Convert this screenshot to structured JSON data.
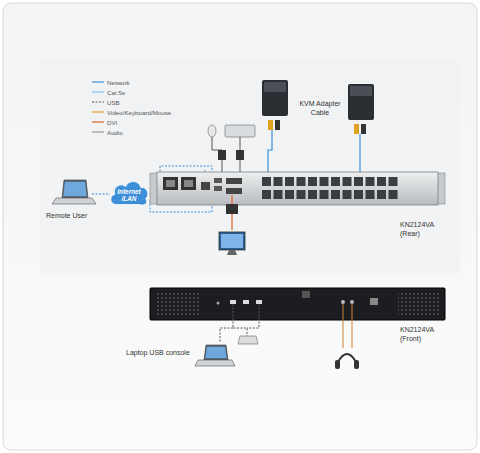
{
  "diagram": {
    "nodes": [
      {
        "text": [
          "Internet /LAN"
        ]
      }
    ],
    "labels": [
      "Remote User",
      "KVM Adapter Cable",
      "KN2124VA (Rear)",
      "KN2124VA (Front)",
      "Laptop USB console"
    ],
    "legend": [
      {
        "text": "Network"
      },
      {
        "text": "Cat 5e"
      },
      {
        "text": "USB"
      },
      {
        "text": "Video/Keyboard/Mouse"
      },
      {
        "text": "DVI"
      },
      {
        "text": "Audio"
      }
    ]
  }
}
